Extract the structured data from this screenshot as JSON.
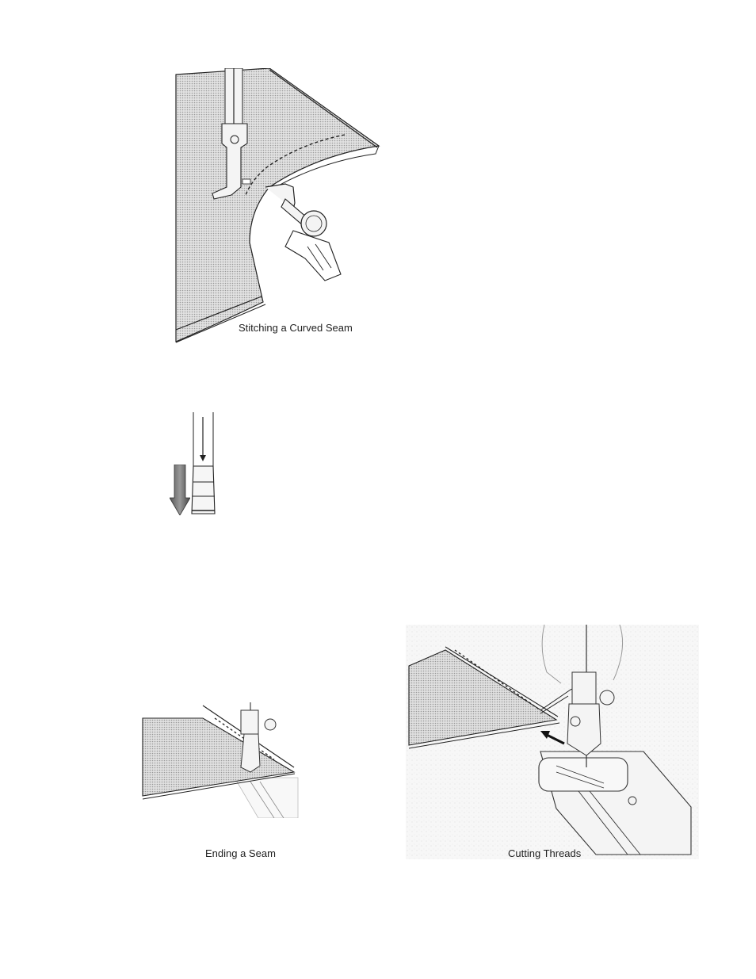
{
  "figures": {
    "curved_seam": {
      "caption": "Stitching a Curved Seam"
    },
    "ending_seam": {
      "caption": "Ending a Seam"
    },
    "cutting_threads": {
      "caption": "Cutting Threads"
    }
  },
  "icons": {
    "reverse_arrow": "down-arrow-icon",
    "reverse_lever": "reverse-stitch-lever-icon"
  },
  "colors": {
    "fabric_shade": "#c9c9c9",
    "line": "#222222"
  }
}
